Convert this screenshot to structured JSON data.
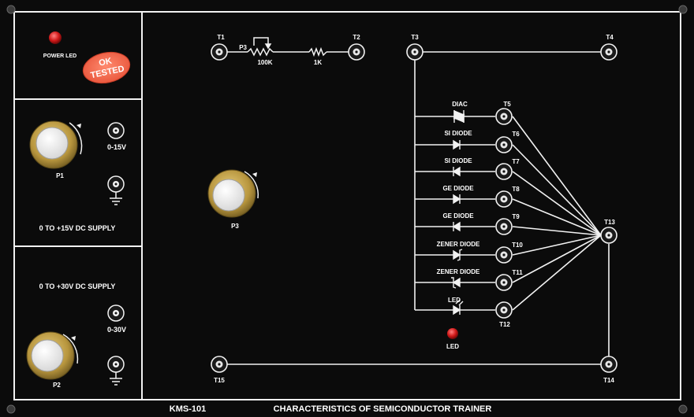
{
  "panel": {
    "model": "KMS-101",
    "title": "CHARACTERISTICS OF SEMICONDUCTOR TRAINER"
  },
  "power": {
    "led_label": "POWER LED",
    "sticker_line1": "OK",
    "sticker_line2": "TESTED"
  },
  "supply15": {
    "pot_label": "P1",
    "output_label": "0-15V",
    "title": "0 TO +15V DC SUPPLY"
  },
  "supply30": {
    "title": "0 TO +30V DC SUPPLY",
    "output_label": "0-30V",
    "pot_label": "P2"
  },
  "main": {
    "p3_label": "P3",
    "p3_knob_label": "P3",
    "r1_label": "100K",
    "r2_label": "1K",
    "led_label": "LED",
    "terminals": {
      "t1": "T1",
      "t2": "T2",
      "t3": "T3",
      "t4": "T4",
      "t5": "T5",
      "t6": "T6",
      "t7": "T7",
      "t8": "T8",
      "t9": "T9",
      "t10": "T10",
      "t11": "T11",
      "t12": "T12",
      "t13": "T13",
      "t14": "T14",
      "t15": "T15"
    },
    "components": {
      "diac": "DIAC",
      "si1": "SI DIODE",
      "si2": "SI DIODE",
      "ge1": "GE DIODE",
      "ge2": "GE DIODE",
      "zener1": "ZENER DIODE",
      "zener2": "ZENER DIODE",
      "led": "LED"
    }
  },
  "colors": {
    "panel": "#0b0b0b",
    "line": "#f2f2f2",
    "knob": "#c9a94e",
    "led_red": "#d01818",
    "sticker": "#f06a4a"
  }
}
